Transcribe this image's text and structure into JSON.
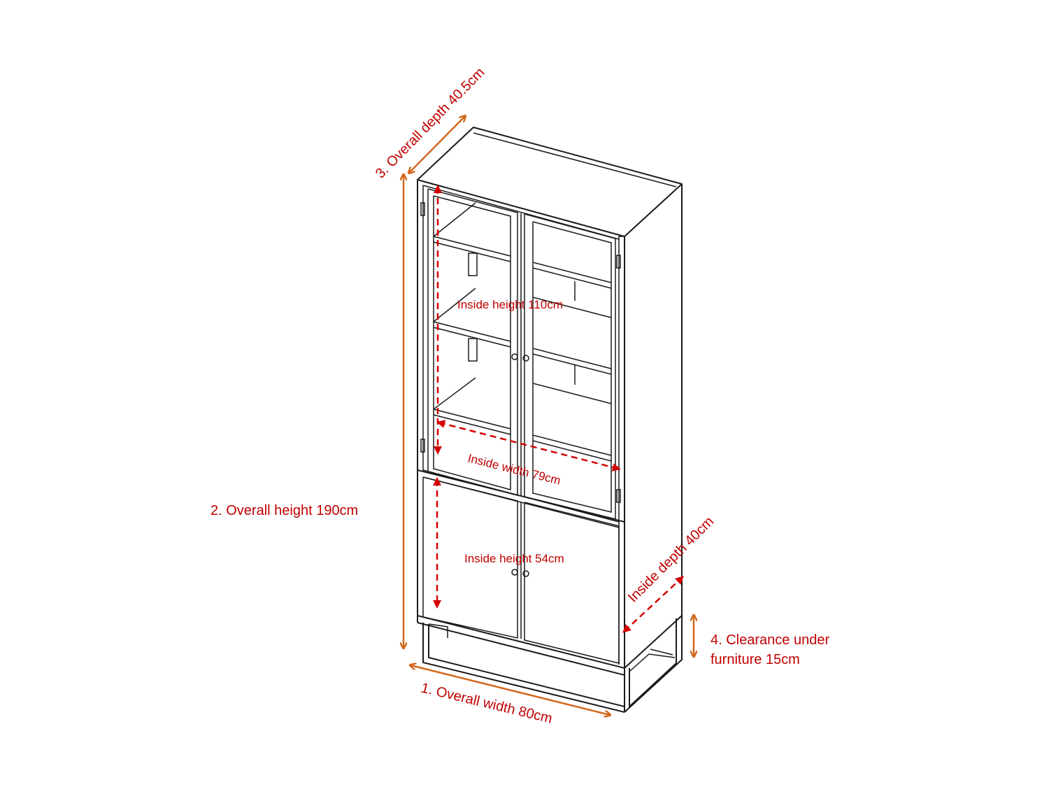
{
  "labels": {
    "overall_depth": "3. Overall depth 40.5cm",
    "overall_height": "2.  Overall height 190cm",
    "overall_width": "1.  Overall width 80cm",
    "clearance_line1": "4. Clearance under",
    "clearance_line2": "furniture 15cm",
    "inside_height_top": "Inside height 110cm",
    "inside_width": "Inside width 79cm",
    "inside_height_bottom": "Inside height 54cm",
    "inside_depth": "Inside depth 40cm"
  },
  "colors": {
    "outline": "#1a1a1a",
    "overall_arrows": "#d2691e",
    "inside_arrows": "#d40000",
    "label_text": "#c00000"
  }
}
